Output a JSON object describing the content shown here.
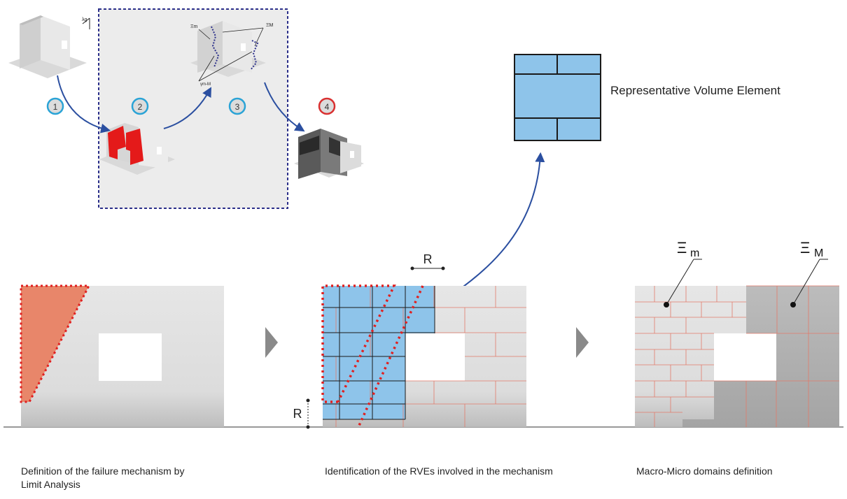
{
  "steps": [
    {
      "number": "1",
      "ring_color": "#2aa3d6"
    },
    {
      "number": "2",
      "ring_color": "#2aa3d6"
    },
    {
      "number": "3",
      "ring_color": "#2aa3d6"
    },
    {
      "number": "4",
      "ring_color": "#d93030"
    }
  ],
  "top_labels": {
    "gravity": "λg",
    "xi_m_small": "Ξm",
    "xi_M_small": "ΞM",
    "gamma": "γm-M"
  },
  "rve": {
    "label": "Representative Volume Element",
    "fill": "#8ec4ea"
  },
  "dimension_labels": {
    "r_horizontal": "R",
    "r_vertical": "R"
  },
  "domain_labels": {
    "xi_m": "Ξ",
    "xi_m_sub": "m",
    "xi_M": "Ξ",
    "xi_M_sub": "M"
  },
  "captions": {
    "left_line1": "Definition of the failure mechanism by",
    "left_line2": "Limit Analysis",
    "middle": "Identification of the RVEs involved in the mechanism",
    "right": "Macro-Micro domains definition"
  },
  "colors": {
    "failure_fill": "#e8866a",
    "dotted_red": "#e02020",
    "mortar_red": "#e27a6a",
    "arrow_blue": "#2b4fa0",
    "dashed_blue": "#2b2f8a",
    "macro_grey": "#b8b8b8",
    "wall_grey": "#e2e2e2"
  }
}
